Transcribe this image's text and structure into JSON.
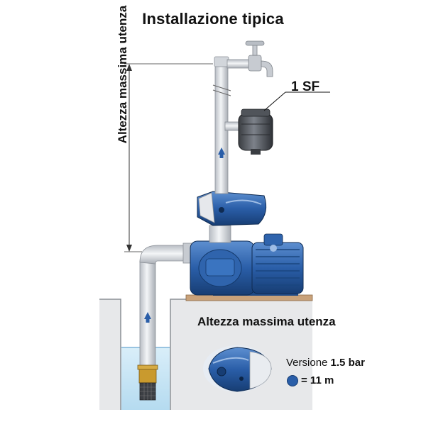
{
  "title": "Installazione tipica",
  "vertical_label": "Altezza massima utenza",
  "component_label": "1 SF",
  "inset": {
    "heading": "Altezza massima utenza",
    "version_prefix": "Versione ",
    "version_value": "1.5 bar",
    "height_value": "= 11 m"
  },
  "colors": {
    "pump_blue": "#2a5ea8",
    "pipe": "#d9dde2",
    "water": "#c7e4f4",
    "brass": "#c99a2e",
    "arrow": "#2a5ea8"
  }
}
